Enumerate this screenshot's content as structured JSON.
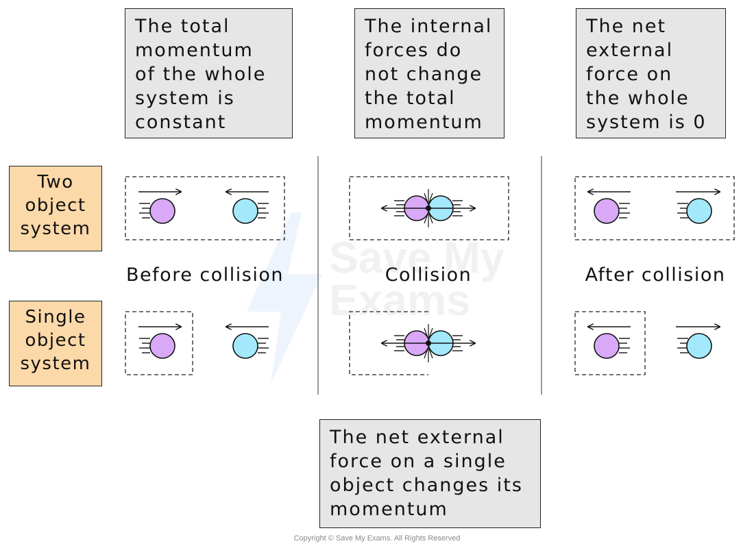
{
  "notes": {
    "total_momentum": [
      "The total",
      "momentum",
      "of the whole",
      "system is",
      "constant"
    ],
    "internal_forces": [
      "The internal",
      "forces do",
      "not change",
      "the total",
      "momentum"
    ],
    "net_external_whole": [
      "The net",
      "external",
      "force on",
      "the whole",
      "system is 0"
    ],
    "net_external_single": [
      "The net external",
      "force on a single",
      "object changes its",
      "momentum"
    ]
  },
  "row_labels": {
    "two_object": [
      "Two",
      "object",
      "system"
    ],
    "single_object": [
      "Single",
      "object",
      "system"
    ]
  },
  "stages": {
    "before": "Before collision",
    "collision": "Collision",
    "after": "After collision"
  },
  "watermark": [
    "Save My",
    "Exams"
  ],
  "copyright": "Copyright © Save My Exams. All Rights Reserved",
  "colors": {
    "object_a": "#d9a8f7",
    "object_b": "#a3e8fb",
    "label_bg": "#fbd9a8",
    "note_bg": "#e6e6e6"
  }
}
